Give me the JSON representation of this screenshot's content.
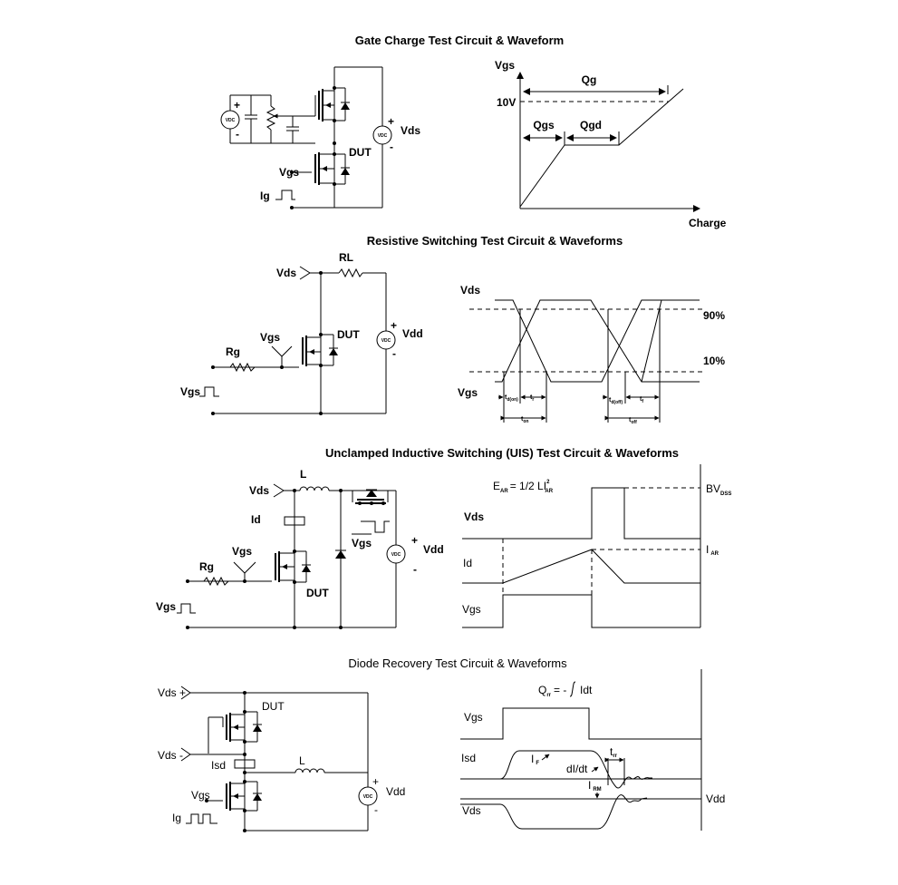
{
  "sections": {
    "gate_charge": {
      "title": "Gate Charge Test Circuit & Waveform",
      "circuit": {
        "plus": "+",
        "minus": "-",
        "vdc": "VDC",
        "vds": "Vds",
        "dut": "DUT",
        "vgs": "Vgs",
        "ig": "Ig"
      },
      "waveform": {
        "y_axis": "Vgs",
        "x_axis": "Charge",
        "level": "10V",
        "qg": "Qg",
        "qgs": "Qgs",
        "qgd": "Qgd"
      }
    },
    "resistive": {
      "title": "Resistive Switching Test Circuit & Waveforms",
      "circuit": {
        "vds": "Vds",
        "rl": "RL",
        "vgs": "Vgs",
        "dut": "DUT",
        "rg": "Rg",
        "vdd": "Vdd",
        "vdc": "VDC",
        "plus": "+",
        "minus": "-",
        "vgs_pulse": "Vgs"
      },
      "waveform": {
        "vds": "Vds",
        "vgs": "Vgs",
        "p90": "90%",
        "p10": "10%",
        "td_on": "t",
        "td_on_sub": "d(on)",
        "tr": "t",
        "tr_sub": "r",
        "ton": "t",
        "ton_sub": "on",
        "td_off": "t",
        "td_off_sub": "d(off)",
        "tf": "t",
        "tf_sub": "f",
        "toff": "t",
        "toff_sub": "off"
      }
    },
    "uis": {
      "title": "Unclamped Inductive Switching (UIS) Test Circuit & Waveforms",
      "circuit": {
        "l": "L",
        "vds": "Vds",
        "id": "Id",
        "vgs": "Vgs",
        "rg": "Rg",
        "dut": "DUT",
        "vgs_pulse": "Vgs",
        "vgs_bar": "Vgs",
        "vdd": "Vdd",
        "vdc": "VDC",
        "plus": "+",
        "minus": "-"
      },
      "waveform": {
        "formula_e": "E",
        "formula_e_sub": "AR",
        "formula_main": "= 1/2 LI",
        "formula_sup": "2",
        "formula_sub": "AR",
        "vds": "Vds",
        "id": "Id",
        "vgs": "Vgs",
        "bv": "BV",
        "bv_sub": "DSS",
        "iar": "I",
        "iar_sub": "AR"
      }
    },
    "diode": {
      "title": "Diode Recovery Test Circuit & Waveforms",
      "circuit": {
        "vds_plus": "Vds +",
        "vds_minus": "Vds -",
        "dut": "DUT",
        "isd": "Isd",
        "l": "L",
        "vgs": "Vgs",
        "ig": "Ig",
        "vdd": "Vdd",
        "vdc": "VDC",
        "plus": "+",
        "minus": "-"
      },
      "waveform": {
        "qrr": "Q",
        "qrr_sub": "rr",
        "qrr_eq": "= -",
        "qrr_int": "Idt",
        "vgs": "Vgs",
        "isd": "Isd",
        "vds": "Vds",
        "if": "I",
        "if_sub": "F",
        "didt": "dI/dt",
        "trr": "t",
        "trr_sub": "rr",
        "irm": "I",
        "irm_sub": "RM",
        "vdd": "Vdd"
      }
    }
  }
}
